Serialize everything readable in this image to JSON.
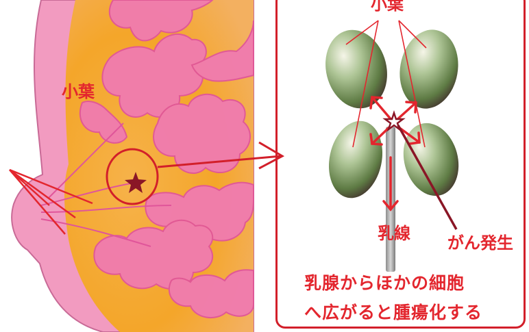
{
  "breast": {
    "lobule_label": "小葉"
  },
  "detail": {
    "lobule_label": "小葉",
    "duct_label": "乳線",
    "cancer_label": "がん発生",
    "caption_line1": "乳腺からほかの細胞",
    "caption_line2": "へ広がると腫瘍化する"
  },
  "colors": {
    "accent_red": "#e3262e",
    "breast_pink": "#f29bc0",
    "breast_orange": "#f4a62a",
    "lobule_green": "#7f9a62",
    "star_maroon": "#8a1626"
  }
}
